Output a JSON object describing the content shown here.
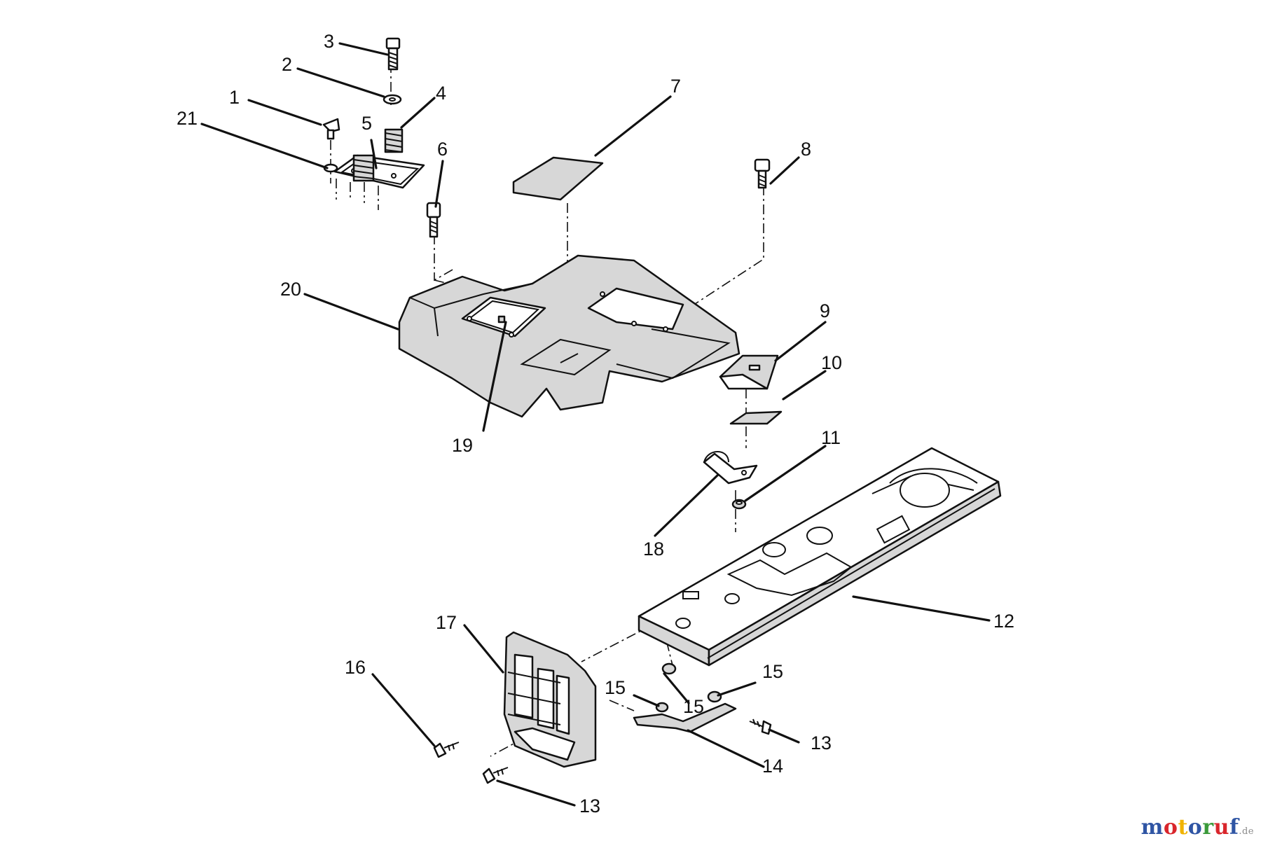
{
  "diagram": {
    "callouts": [
      {
        "id": "c1",
        "label": "1"
      },
      {
        "id": "c2",
        "label": "2"
      },
      {
        "id": "c3",
        "label": "3"
      },
      {
        "id": "c4",
        "label": "4"
      },
      {
        "id": "c5",
        "label": "5"
      },
      {
        "id": "c6",
        "label": "6"
      },
      {
        "id": "c7",
        "label": "7"
      },
      {
        "id": "c8",
        "label": "8"
      },
      {
        "id": "c9",
        "label": "9"
      },
      {
        "id": "c10",
        "label": "10"
      },
      {
        "id": "c11",
        "label": "11"
      },
      {
        "id": "c12",
        "label": "12"
      },
      {
        "id": "c13a",
        "label": "13"
      },
      {
        "id": "c13b",
        "label": "13"
      },
      {
        "id": "c14",
        "label": "14"
      },
      {
        "id": "c15a",
        "label": "15"
      },
      {
        "id": "c15b",
        "label": "15"
      },
      {
        "id": "c15c",
        "label": "15"
      },
      {
        "id": "c16",
        "label": "16"
      },
      {
        "id": "c17",
        "label": "17"
      },
      {
        "id": "c18",
        "label": "18"
      },
      {
        "id": "c19",
        "label": "19"
      },
      {
        "id": "c20",
        "label": "20"
      },
      {
        "id": "c21",
        "label": "21"
      }
    ]
  },
  "watermark": {
    "letters": [
      "m",
      "o",
      "t",
      "o",
      "r",
      "u",
      "f"
    ],
    "colors": [
      "#2f55a4",
      "#d9262c",
      "#f0b300",
      "#2f55a4",
      "#3a9a3a",
      "#d9262c",
      "#2f55a4"
    ],
    "suffix": ".de"
  }
}
